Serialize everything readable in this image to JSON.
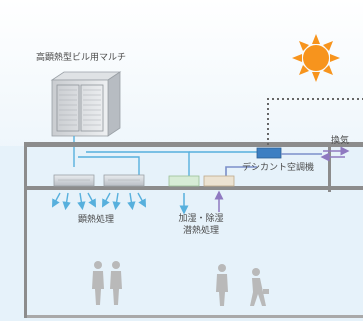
{
  "outdoor_unit_label": "高顕熱型ビル用マルチ",
  "sensible_label": "顕熱処理",
  "latent_label_line1": "加湿・除湿",
  "latent_label_line2": "潜熱処理",
  "desiccant_label": "デシカント空調機",
  "ventilation_label": "換気",
  "colors": {
    "sky_top": "#ffffff",
    "sky_bottom": "#dfeef8",
    "room": "#e9f4fb",
    "sun": "#f7941d",
    "structure": "#8c8c8c",
    "pipe": "#57b0dd",
    "duct": "#7b8fc9",
    "person": "#b9b9b9",
    "humidity_arrow": "#8f79c0"
  }
}
